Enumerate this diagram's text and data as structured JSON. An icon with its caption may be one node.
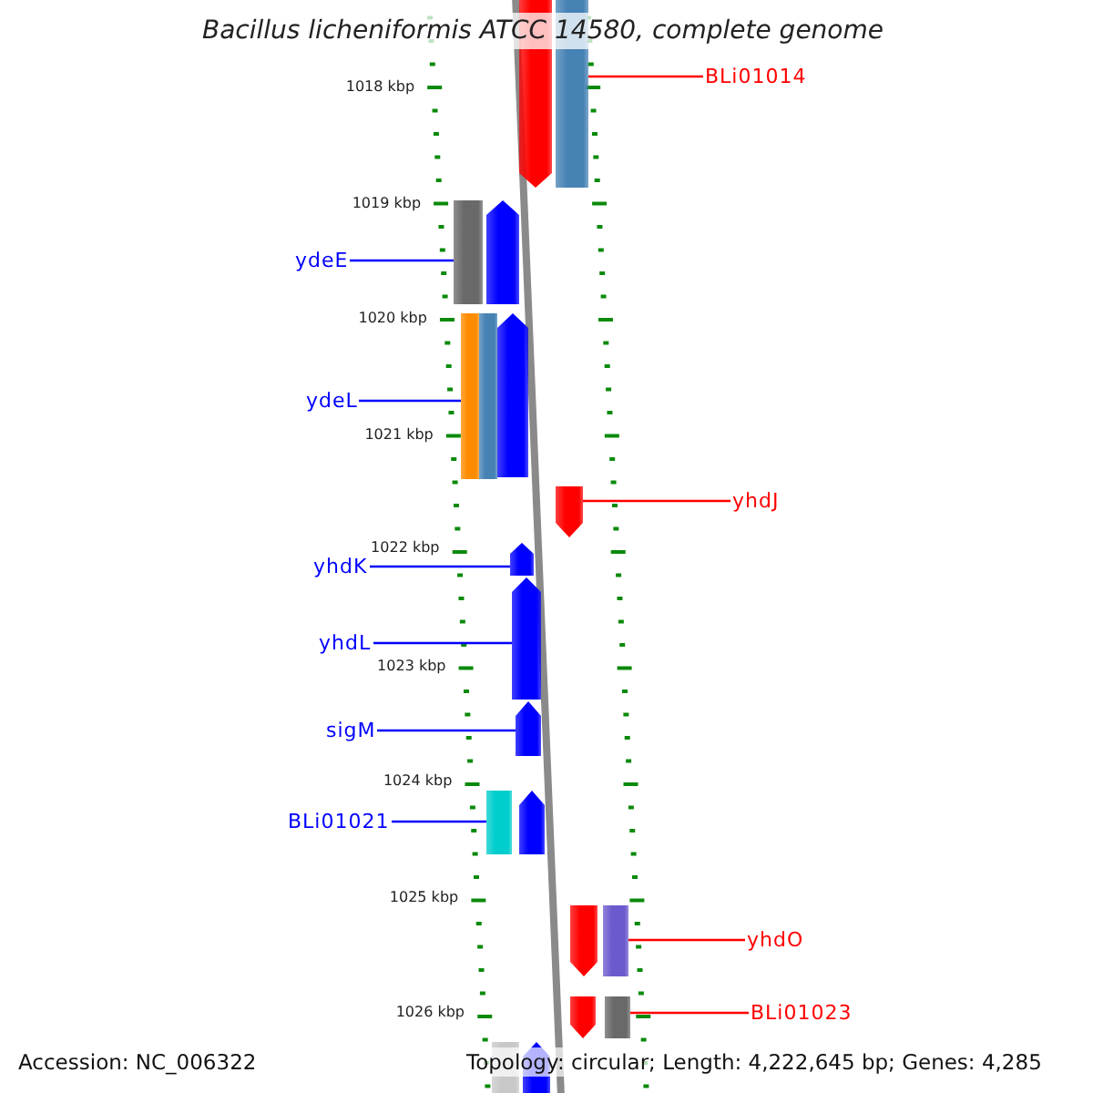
{
  "diagram": {
    "title": "Bacillus licheniformis ATCC 14580, complete genome",
    "nodes": [
      {
        "text": [],
        "shape": "bar"
      },
      {
        "text": [],
        "shape": "bar"
      },
      {
        "text": [
          "BLi01014"
        ]
      },
      {
        "text": [],
        "shape": "bar"
      },
      {
        "text": [],
        "shape": "bar"
      },
      {
        "text": [
          "ydeE"
        ]
      },
      {
        "text": [],
        "shape": "bar"
      },
      {
        "text": [],
        "shape": "bar"
      },
      {
        "text": [],
        "shape": "bar"
      },
      {
        "text": [
          "ydeL"
        ]
      },
      {
        "text": [],
        "shape": "bar"
      },
      {
        "text": [
          "yhdJ"
        ]
      },
      {
        "text": [],
        "shape": "bar"
      },
      {
        "text": [
          "yhdK"
        ]
      },
      {
        "text": [],
        "shape": "bar"
      },
      {
        "text": [
          "yhdL"
        ]
      },
      {
        "text": [],
        "shape": "bar"
      },
      {
        "text": [
          "sigM"
        ]
      },
      {
        "text": [],
        "shape": "bar"
      },
      {
        "text": [],
        "shape": "bar"
      },
      {
        "text": [
          "BLi01021"
        ]
      },
      {
        "text": [],
        "shape": "bar"
      },
      {
        "text": [],
        "shape": "bar"
      },
      {
        "text": [
          "yhdO"
        ]
      },
      {
        "text": [],
        "shape": "bar"
      },
      {
        "text": [],
        "shape": "bar"
      },
      {
        "text": [
          "BLi01023"
        ]
      },
      {
        "text": [],
        "shape": "bar"
      },
      {
        "text": [],
        "shape": "bar"
      }
    ],
    "edges": [
      {
        "from": 2,
        "to": 1,
        "arrow": "none",
        "color": "#ff0000"
      },
      {
        "from": 5,
        "to": 3,
        "arrow": "none"
      },
      {
        "from": 9,
        "to": 6,
        "arrow": "none"
      },
      {
        "from": 11,
        "to": 10,
        "arrow": "none",
        "color": "#ff0000"
      },
      {
        "from": 13,
        "to": 12,
        "arrow": "none"
      },
      {
        "from": 15,
        "to": 14,
        "arrow": "none"
      },
      {
        "from": 17,
        "to": 16,
        "arrow": "none"
      },
      {
        "from": 20,
        "to": 18,
        "arrow": "none"
      },
      {
        "from": 23,
        "to": 22,
        "arrow": "none",
        "color": "#ff0000"
      },
      {
        "from": 26,
        "to": 25,
        "arrow": "none",
        "color": "#ff0000"
      }
    ],
    "labels": [
      "1018 kbp",
      "1019 kbp",
      "1020 kbp",
      "1021 kbp",
      "1022 kbp",
      "1023 kbp",
      "1024 kbp",
      "1025 kbp",
      "1026 kbp",
      "Accession: NC_006322",
      "Topology: circular; Length: 4,222,645 bp; Genes: 4,285"
    ]
  }
}
